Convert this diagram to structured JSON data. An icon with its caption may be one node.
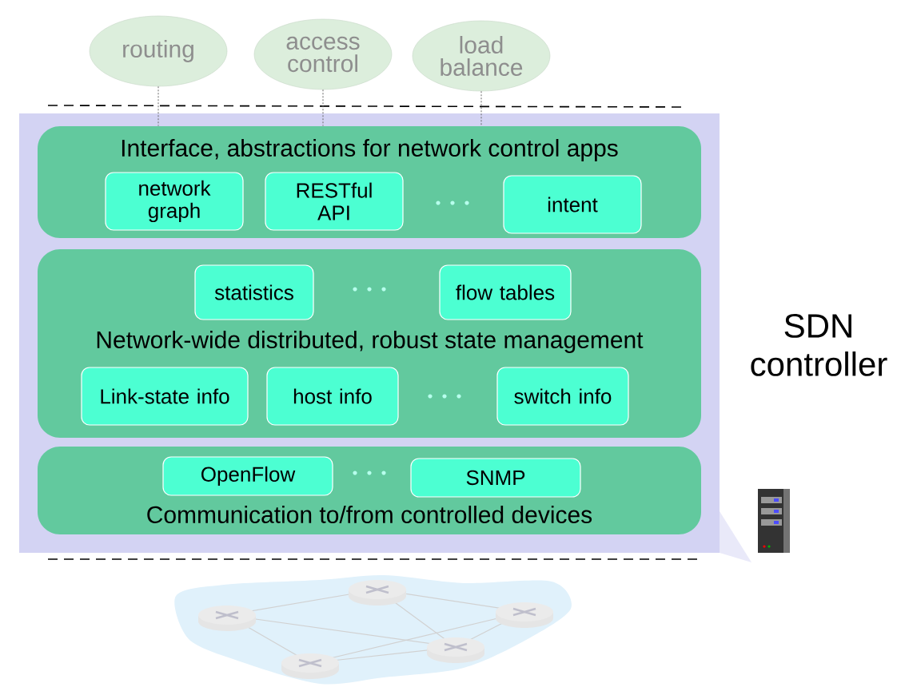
{
  "diagram": {
    "nodes": [
      {
        "text": [
          "routing"
        ]
      },
      {
        "text": [
          "access control"
        ]
      },
      {
        "text": [
          "load balance"
        ]
      },
      {
        "text": [
          "Interface, abstractions for network control apps"
        ]
      },
      {
        "text": [
          "network graph"
        ],
        "in": 3
      },
      {
        "text": [
          "RESTful API"
        ],
        "in": 3
      },
      {
        "text": [
          "intent"
        ],
        "in": 3
      },
      {
        "text": [
          "Network-wide distributed, robust  state management"
        ]
      },
      {
        "text": [
          "statistics"
        ],
        "in": 7
      },
      {
        "text": [
          "flow tables"
        ],
        "in": 7
      },
      {
        "text": [
          "Link-state info"
        ],
        "in": 7
      },
      {
        "text": [
          "host info"
        ],
        "in": 7
      },
      {
        "text": [
          "switch info"
        ],
        "in": 7
      },
      {
        "text": [
          "Communication to/from controlled devices"
        ]
      },
      {
        "text": [
          "OpenFlow"
        ],
        "in": 13
      },
      {
        "text": [
          "SNMP"
        ],
        "in": 13
      }
    ],
    "edges": [
      {
        "from": 0,
        "to": 3,
        "arrow": "none",
        "style": "dashed"
      },
      {
        "from": 1,
        "to": 3,
        "arrow": "none",
        "style": "dashed"
      },
      {
        "from": 2,
        "to": 3,
        "arrow": "none",
        "style": "dashed"
      }
    ],
    "labels": [
      "SDN controller"
    ]
  }
}
